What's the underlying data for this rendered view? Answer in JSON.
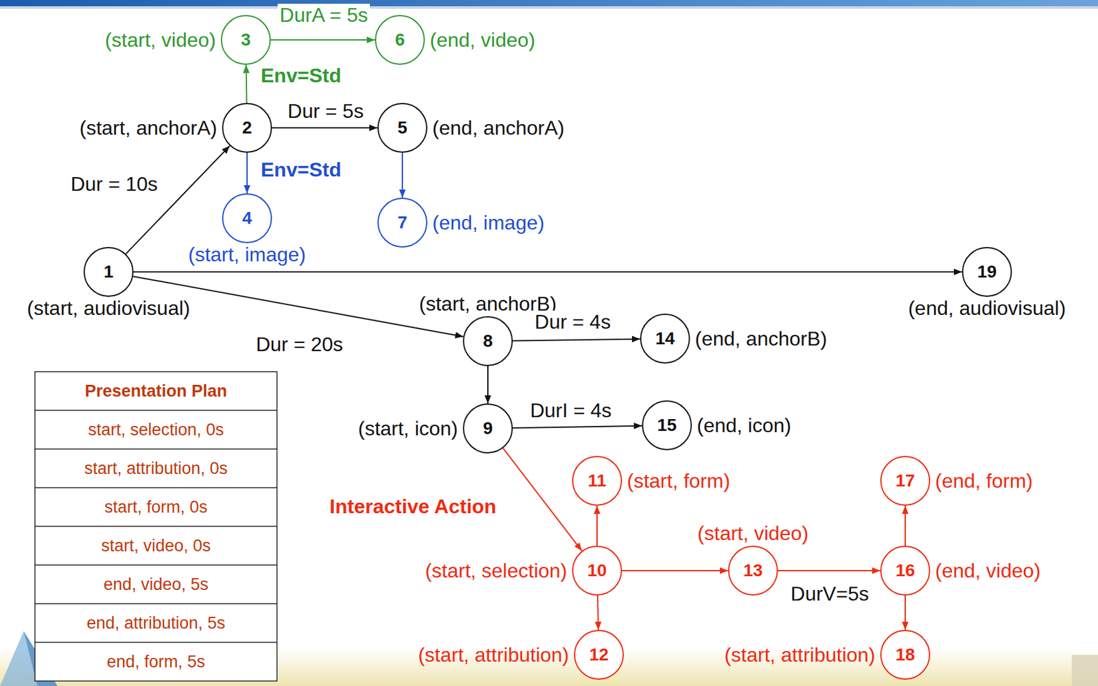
{
  "diagram": {
    "nodes": [
      {
        "text": [
          "1",
          "(start, audiovisual)"
        ]
      },
      {
        "text": [
          "2",
          "(start, anchorA)"
        ]
      },
      {
        "text": [
          "3",
          "(start, video)"
        ]
      },
      {
        "text": [
          "4",
          "(start, image)"
        ]
      },
      {
        "text": [
          "5",
          "(end, anchorA)"
        ]
      },
      {
        "text": [
          "6",
          "(end, video)"
        ]
      },
      {
        "text": [
          "7",
          "(end, image)"
        ]
      },
      {
        "text": [
          "8",
          "(start, anchorB)"
        ]
      },
      {
        "text": [
          "9",
          "(start, icon)"
        ]
      },
      {
        "text": [
          "10",
          "(start, selection)"
        ]
      },
      {
        "text": [
          "11",
          "(start, form)"
        ]
      },
      {
        "text": [
          "12",
          "(start, attribution)"
        ]
      },
      {
        "text": [
          "13",
          "(start, video)"
        ]
      },
      {
        "text": [
          "14",
          "(end, anchorB)"
        ]
      },
      {
        "text": [
          "15",
          "(end, icon)"
        ]
      },
      {
        "text": [
          "16",
          "(end, video)"
        ]
      },
      {
        "text": [
          "17",
          "(end, form)"
        ]
      },
      {
        "text": [
          "18",
          "(start, attribution)"
        ]
      },
      {
        "text": [
          "19",
          "(end, audiovisual)"
        ]
      }
    ],
    "edges": [
      {
        "from": 0,
        "to": 1,
        "arrow": "to",
        "label": "Dur = 10s"
      },
      {
        "from": 1,
        "to": 2,
        "arrow": "to",
        "label": "Env=Std"
      },
      {
        "from": 2,
        "to": 5,
        "arrow": "to",
        "label": "DurA = 5s"
      },
      {
        "from": 1,
        "to": 4,
        "arrow": "to",
        "label": "Dur = 5s"
      },
      {
        "from": 1,
        "to": 3,
        "arrow": "to",
        "label": "Env=Std"
      },
      {
        "from": 4,
        "to": 6,
        "arrow": "to"
      },
      {
        "from": 0,
        "to": 18,
        "arrow": "to"
      },
      {
        "from": 0,
        "to": 7,
        "arrow": "to",
        "label": "Dur = 20s"
      },
      {
        "from": 7,
        "to": 13,
        "arrow": "to",
        "label": "Dur = 4s"
      },
      {
        "from": 7,
        "to": 8,
        "arrow": "to"
      },
      {
        "from": 8,
        "to": 14,
        "arrow": "to",
        "label": "DurI = 4s"
      },
      {
        "from": 8,
        "to": 9,
        "arrow": "to",
        "label": "Interactive Action"
      },
      {
        "from": 9,
        "to": 10,
        "arrow": "to"
      },
      {
        "from": 9,
        "to": 12,
        "arrow": "to"
      },
      {
        "from": 9,
        "to": 11,
        "arrow": "to"
      },
      {
        "from": 12,
        "to": 15,
        "arrow": "to",
        "label": "DurV=5s"
      },
      {
        "from": 15,
        "to": 16,
        "arrow": "to"
      },
      {
        "from": 15,
        "to": 17,
        "arrow": "to"
      }
    ],
    "labels": [
      "Presentation Plan",
      "start, selection, 0s",
      "start, attribution, 0s",
      "start, form, 0s",
      "start, video, 0s",
      "end, video, 5s",
      "end, attribution, 5s",
      "end, form, 5s"
    ]
  }
}
